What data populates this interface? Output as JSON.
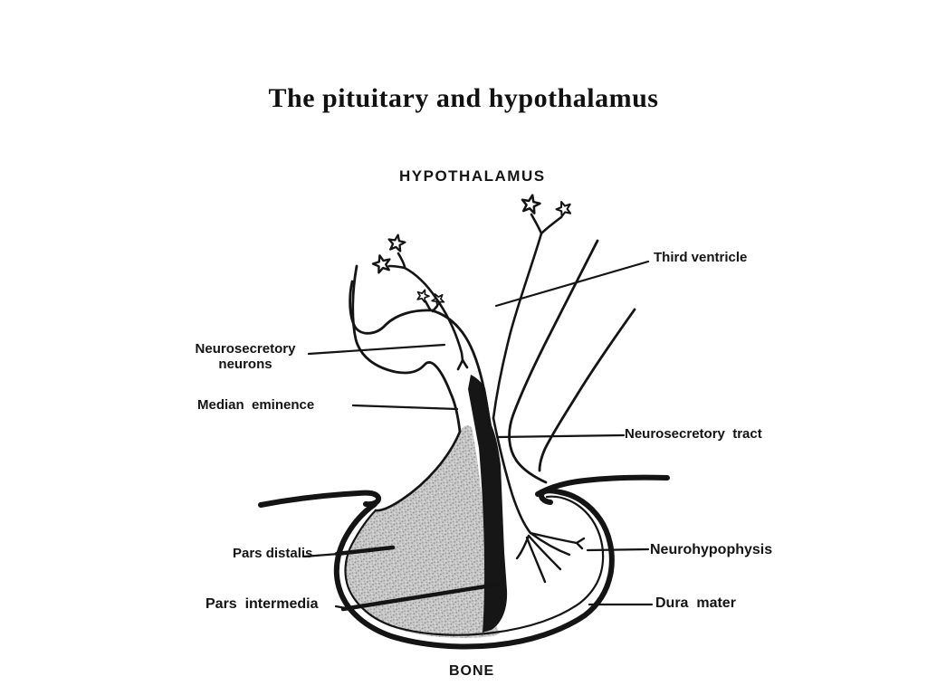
{
  "slide": {
    "title": "The pituitary and hypothalamus"
  },
  "diagram": {
    "labels": {
      "hypothalamus": "HYPOTHALAMUS",
      "third_ventricle": "Third ventricle",
      "neurosecretory_neurons_line1": "Neurosecretory",
      "neurosecretory_neurons_line2": "neurons",
      "median_eminence": "Median  eminence",
      "neurosecretory_tract": "Neurosecretory  tract",
      "pars_distalis": "Pars distalis",
      "neurohypophysis": "Neurohypophysis",
      "pars_intermedia": "Pars  intermedia",
      "dura_mater": "Dura  mater",
      "bone": "BONE"
    },
    "colors": {
      "ink": "#141414",
      "pars_distalis_stipple_base": "#c9c9c9",
      "pars_distalis_stipple_dot": "#8e8e8e",
      "pars_intermedia_band": "#161616",
      "background": "#ffffff"
    }
  }
}
